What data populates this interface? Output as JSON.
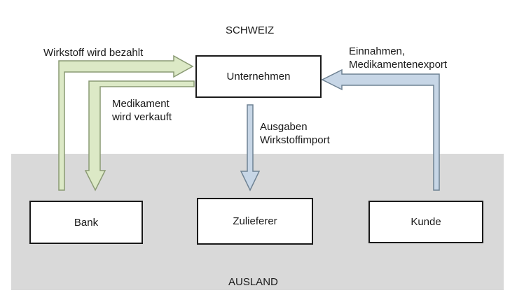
{
  "regions": {
    "top": "SCHWEIZ",
    "bottom": "AUSLAND"
  },
  "nodes": {
    "unternehmen": "Unternehmen",
    "bank": "Bank",
    "zulieferer": "Zulieferer",
    "kunde": "Kunde"
  },
  "edges": {
    "wirkstoff_bezahlt": "Wirkstoff wird bezahlt",
    "medikament_verkauft": "Medikament\nwird verkauft",
    "ausgaben": "Ausgaben\nWirkstoffimport",
    "einnahmen": "Einnahmen,\nMedikamentenexport"
  },
  "colors": {
    "green_fill": "#dce9c6",
    "green_stroke": "#8a9a74",
    "blue_fill": "#c7d6e6",
    "blue_stroke": "#6f8293",
    "ausland_bg": "#d9d9d9"
  }
}
